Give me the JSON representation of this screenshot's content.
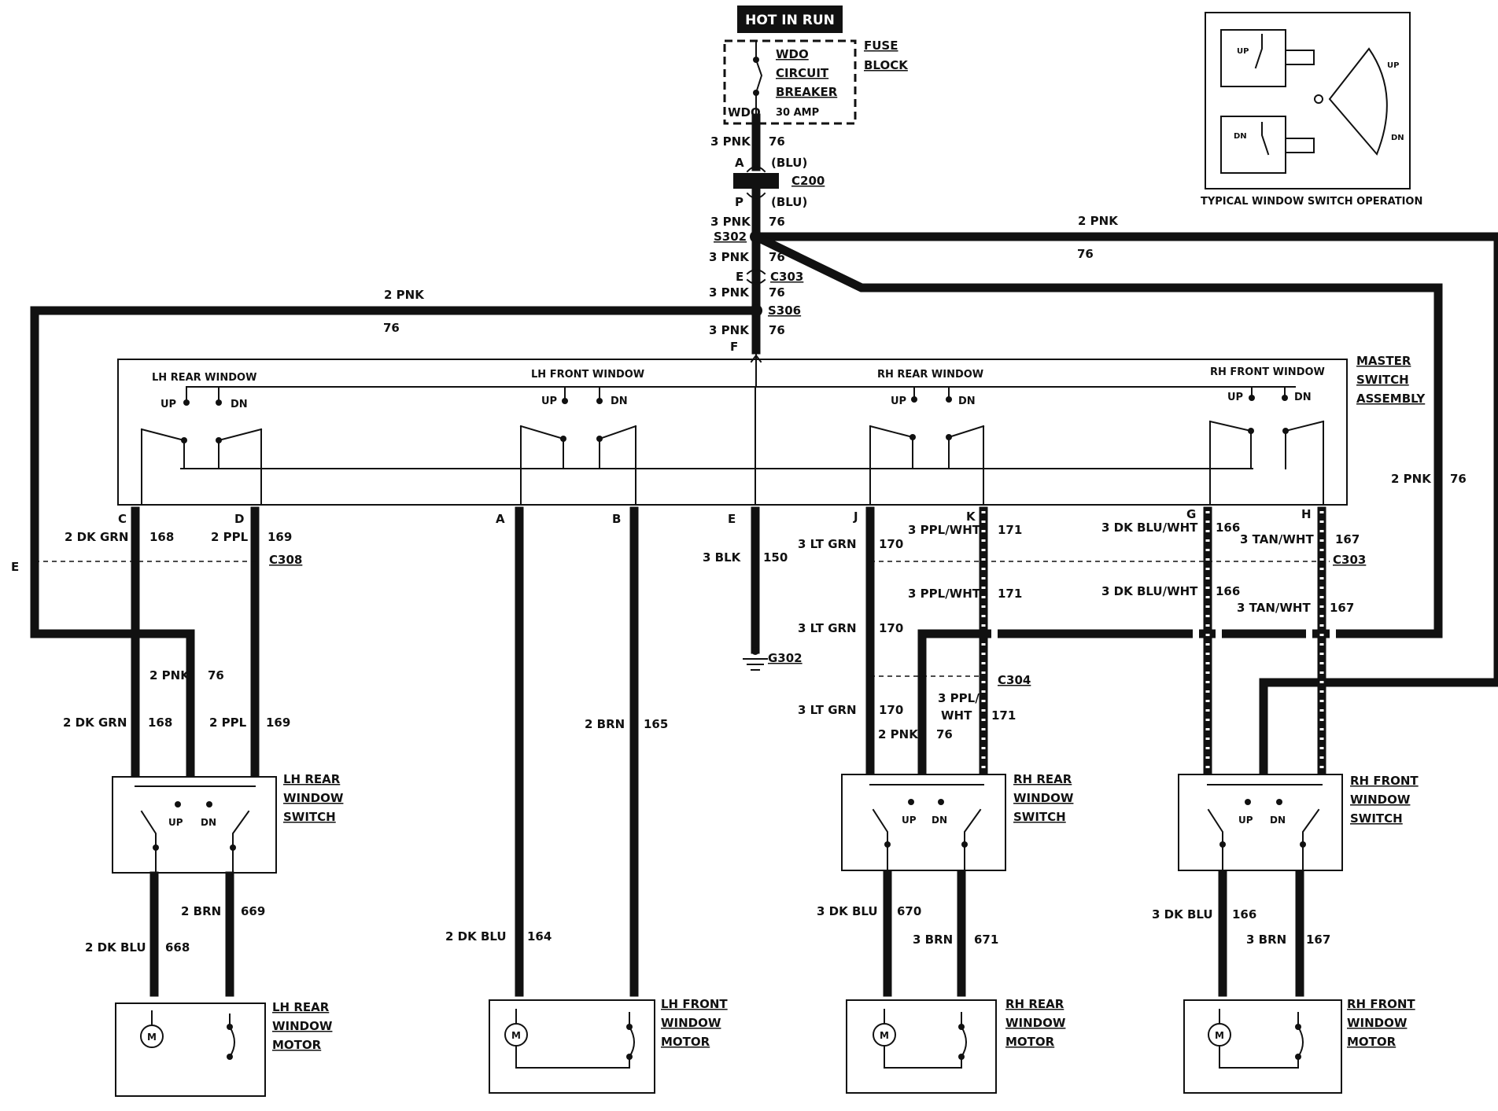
{
  "power": {
    "hot_in_run": "HOT IN RUN",
    "fuse_block": [
      "FUSE",
      "BLOCK"
    ],
    "breaker": [
      "WDO",
      "CIRCUIT",
      "BREAKER"
    ],
    "breaker_tag": "WDO",
    "breaker_rating": "30 AMP"
  },
  "trunk": {
    "w1_gauge": "3 PNK",
    "w1_circuit": "76",
    "c200_a": "A",
    "c200_a_color": "(BLU)",
    "c200": "C200",
    "c200_p": "P",
    "c200_p_color": "(BLU)",
    "w2_gauge": "3 PNK",
    "w2_circuit": "76",
    "s302": "S302",
    "w3_gauge": "3 PNK",
    "w3_circuit": "76",
    "c303_e": "E",
    "c303": "C303",
    "w4_gauge": "3 PNK",
    "w4_circuit": "76",
    "s306": "S306",
    "w5_gauge": "3 PNK",
    "w5_circuit": "76",
    "f_pin": "F"
  },
  "feeds": {
    "right_gauge": "2 PNK",
    "right_circuit": "76",
    "right_down_gauge": "2 PNK",
    "right_down_circuit": "76",
    "left_gauge": "2 PNK",
    "left_circuit": "76"
  },
  "master": {
    "title": [
      "MASTER",
      "SWITCH",
      "ASSEMBLY"
    ],
    "groups": [
      "LH REAR WINDOW",
      "LH FRONT WINDOW",
      "RH REAR WINDOW",
      "RH FRONT WINDOW"
    ],
    "up": "UP",
    "dn": "DN",
    "pins": [
      "C",
      "D",
      "A",
      "B",
      "E",
      "J",
      "K",
      "G",
      "H"
    ]
  },
  "wires": {
    "c168": [
      "2 DK GRN",
      "168"
    ],
    "c169": [
      "2 PPL",
      "169"
    ],
    "c150": [
      "3 BLK",
      "150"
    ],
    "c170": [
      "3 LT GRN",
      "170"
    ],
    "c171": [
      "3 PPL/WHT",
      "171"
    ],
    "c166": [
      "3 DK BLU/WHT",
      "166"
    ],
    "c167": [
      "3 TAN/WHT",
      "167"
    ],
    "lh_rear_feed": [
      "2 PNK",
      "76"
    ],
    "c165": [
      "2 BRN",
      "165"
    ],
    "c164": [
      "2 DK BLU",
      "164"
    ],
    "c669": [
      "2 BRN",
      "669"
    ],
    "c668": [
      "2 DK BLU",
      "668"
    ],
    "rr_feed": [
      "2 PNK",
      "76"
    ],
    "c171b": [
      "3 PPL/",
      "WHT",
      "171"
    ],
    "c670": [
      "3 DK BLU",
      "670"
    ],
    "c671": [
      "3 BRN",
      "671"
    ],
    "rf166": [
      "3 DK BLU",
      "166"
    ],
    "rf167": [
      "3 BRN",
      "167"
    ]
  },
  "connectors": {
    "c308": "C308",
    "c303b": "C303",
    "c304": "C304",
    "g302": "G302",
    "e_left": "E"
  },
  "switches": {
    "lh_rear": [
      "LH REAR",
      "WINDOW",
      "SWITCH"
    ],
    "rh_rear": [
      "RH REAR",
      "WINDOW",
      "SWITCH"
    ],
    "rh_front": [
      "RH FRONT",
      "WINDOW",
      "SWITCH"
    ]
  },
  "motors": {
    "lh_rear": [
      "LH REAR",
      "WINDOW",
      "MOTOR"
    ],
    "lh_front": [
      "LH FRONT",
      "WINDOW",
      "MOTOR"
    ],
    "rh_rear": [
      "RH REAR",
      "WINDOW",
      "MOTOR"
    ],
    "rh_front": [
      "RH FRONT",
      "WINDOW",
      "MOTOR"
    ],
    "m": "M"
  },
  "inset": {
    "caption": "TYPICAL WINDOW SWITCH OPERATION",
    "up": "UP",
    "dn": "DN"
  }
}
